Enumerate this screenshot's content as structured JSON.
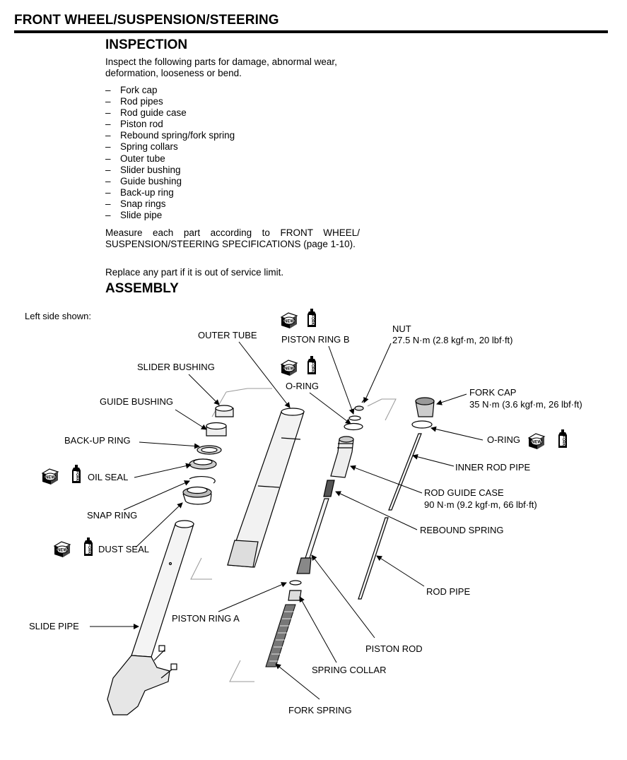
{
  "header": {
    "title": "FRONT WHEEL/SUSPENSION/STEERING"
  },
  "inspection": {
    "title": "INSPECTION",
    "intro": "Inspect the following parts for damage, abnormal wear, deformation, looseness or bend.",
    "parts": [
      "Fork cap",
      "Rod pipes",
      "Rod guide case",
      "Piston rod",
      "Rebound spring/fork spring",
      "Spring collars",
      "Outer tube",
      "Slider bushing",
      "Guide bushing",
      "Back-up ring",
      "Snap rings",
      "Slide pipe"
    ],
    "measure": "Measure each part according to FRONT WHEEL/ SUSPENSION/STEERING SPECIFICATIONS (page 1-10).",
    "replace": "Replace any part if it is out of service limit."
  },
  "assembly": {
    "title": "ASSEMBLY",
    "note": "Left side shown:",
    "labels": {
      "outer_tube": "OUTER TUBE",
      "piston_ring_b": "PISTON RING B",
      "nut": "NUT",
      "nut_torque": "27.5 N·m (2.8 kgf·m, 20 lbf·ft)",
      "slider_bushing": "SLIDER BUSHING",
      "o_ring_top": "O-RING",
      "fork_cap": "FORK CAP",
      "fork_cap_torque": "35 N·m (3.6 kgf·m, 26 lbf·ft)",
      "guide_bushing": "GUIDE BUSHING",
      "o_ring_right": "O-RING",
      "back_up_ring": "BACK-UP RING",
      "inner_rod_pipe": "INNER ROD PIPE",
      "oil_seal": "OIL SEAL",
      "rod_guide_case": "ROD GUIDE CASE",
      "rod_guide_case_torque": "90 N·m (9.2 kgf·m, 66 lbf·ft)",
      "snap_ring": "SNAP RING",
      "rebound_spring": "REBOUND SPRING",
      "dust_seal": "DUST SEAL",
      "rod_pipe": "ROD PIPE",
      "slide_pipe": "SLIDE PIPE",
      "piston_ring_a": "PISTON RING A",
      "piston_rod": "PISTON ROD",
      "spring_collar": "SPRING COLLAR",
      "fork_spring": "FORK SPRING"
    },
    "icon_new_text": "NEW",
    "icon_fork_text": "FORK"
  }
}
